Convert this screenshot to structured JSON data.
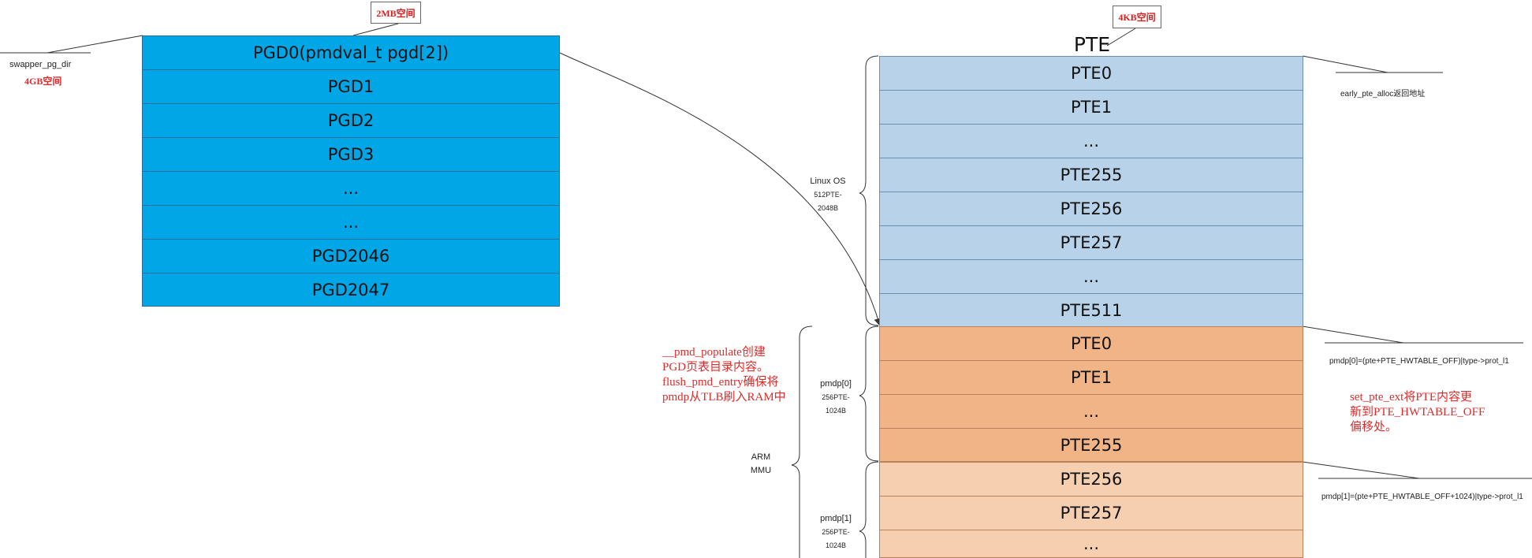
{
  "tags": {
    "pgd_size": "2MB空间",
    "pte_size": "4KB空间"
  },
  "left": {
    "swapper": "swapper_pg_dir",
    "space": "4GB空间"
  },
  "pgd_rows": [
    "PGD0(pmdval_t pgd[2])",
    "PGD1",
    "PGD2",
    "PGD3",
    "...",
    "...",
    "PGD2046",
    "PGD2047"
  ],
  "pte_title": "PTE",
  "pte_rows_linux": [
    "PTE0",
    "PTE1",
    "...",
    "PTE255",
    "PTE256",
    "PTE257",
    "...",
    "PTE511"
  ],
  "pte_rows_hw0": [
    "PTE0",
    "PTE1",
    "...",
    "PTE255"
  ],
  "pte_rows_hw1": [
    "PTE256",
    "PTE257",
    "..."
  ],
  "labels": {
    "linux_os": [
      "Linux OS",
      "512PTE-",
      "2048B"
    ],
    "pmdp0": [
      "pmdp[0]",
      "256PTE-",
      "1024B"
    ],
    "pmdp1": [
      "pmdp[1]",
      "256PTE-",
      "1024B"
    ],
    "arm_mmu": [
      "ARM",
      "MMU"
    ]
  },
  "annotations": {
    "early": "early_pte_alloc返回地址",
    "pmdp0_eq": "pmdp[0]=(pte+PTE_HWTABLE_OFF)|type->prot_l1",
    "pmdp1_eq": "pmdp[1]=(pte+PTE_HWTABLE_OFF+1024)|type->prot_l1",
    "pmd_populate": [
      "__pmd_populate创建",
      "PGD页表目录内容。",
      "flush_pmd_entry确保将",
      "pmdp从TLB刷入RAM中"
    ],
    "set_pte_ext": [
      "set_pte_ext将PTE内容更",
      "新到PTE_HWTABLE_OFF",
      "偏移处。"
    ]
  },
  "colors": {
    "pgd": "#00a6e6",
    "pte_linux": "#b7d2e9",
    "pte_hw0": "#f0b486",
    "pte_hw1": "#f5cfaf",
    "annotation_red": "#e02a2a"
  }
}
